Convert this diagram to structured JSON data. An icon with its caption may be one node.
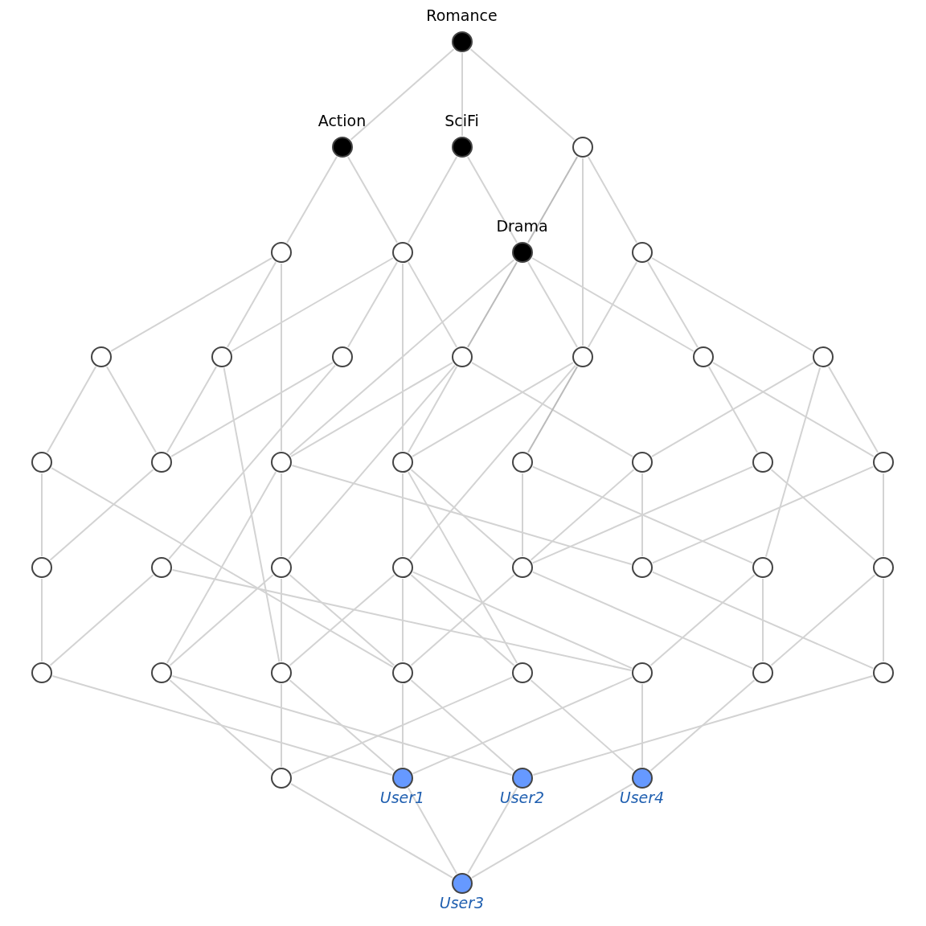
{
  "diagram": {
    "nodes": [
      {
        "text": [
          "Romance"
        ]
      },
      {
        "text": [
          "Action"
        ]
      },
      {
        "text": [
          "SciFi"
        ]
      },
      {
        "text": [],
        "shape": "circle"
      },
      {
        "text": [],
        "shape": "circle"
      },
      {
        "text": [],
        "shape": "circle"
      },
      {
        "text": [
          "Drama"
        ]
      },
      {
        "text": [],
        "shape": "circle"
      },
      {
        "text": [],
        "shape": "circle"
      },
      {
        "text": [],
        "shape": "circle"
      },
      {
        "text": [],
        "shape": "circle"
      },
      {
        "text": [],
        "shape": "circle"
      },
      {
        "text": [],
        "shape": "circle"
      },
      {
        "text": [],
        "shape": "circle"
      },
      {
        "text": [],
        "shape": "circle"
      },
      {
        "text": [],
        "shape": "circle"
      },
      {
        "text": [],
        "shape": "circle"
      },
      {
        "text": [],
        "shape": "circle"
      },
      {
        "text": [],
        "shape": "circle"
      },
      {
        "text": [],
        "shape": "circle"
      },
      {
        "text": [],
        "shape": "circle"
      },
      {
        "text": [],
        "shape": "circle"
      },
      {
        "text": [],
        "shape": "circle"
      },
      {
        "text": [],
        "shape": "circle"
      },
      {
        "text": [],
        "shape": "circle"
      },
      {
        "text": [],
        "shape": "circle"
      },
      {
        "text": [],
        "shape": "circle"
      },
      {
        "text": [],
        "shape": "circle"
      },
      {
        "text": [],
        "shape": "circle"
      },
      {
        "text": [],
        "shape": "circle"
      },
      {
        "text": [],
        "shape": "circle"
      },
      {
        "text": [],
        "shape": "circle"
      },
      {
        "text": [],
        "shape": "circle"
      },
      {
        "text": [],
        "shape": "circle"
      },
      {
        "text": [],
        "shape": "circle"
      },
      {
        "text": [],
        "shape": "circle"
      },
      {
        "text": [],
        "shape": "circle"
      },
      {
        "text": [],
        "shape": "circle"
      },
      {
        "text": [],
        "shape": "circle"
      },
      {
        "text": [],
        "shape": "circle"
      },
      {
        "text": [
          "User1"
        ]
      },
      {
        "text": [
          "User2"
        ]
      },
      {
        "text": [
          "User4"
        ]
      },
      {
        "text": [
          "User3"
        ]
      }
    ],
    "edges": [
      {
        "from": 0,
        "to": 1,
        "arrow": "none"
      },
      {
        "from": 0,
        "to": 2,
        "arrow": "none"
      },
      {
        "from": 0,
        "to": 3,
        "arrow": "none"
      },
      {
        "from": 1,
        "to": 4,
        "arrow": "none"
      },
      {
        "from": 1,
        "to": 5,
        "arrow": "none"
      },
      {
        "from": 2,
        "to": 5,
        "arrow": "none"
      },
      {
        "from": 2,
        "to": 6,
        "arrow": "none"
      },
      {
        "from": 3,
        "to": 6,
        "arrow": "none",
        "color": "#bbbbbb"
      },
      {
        "from": 3,
        "to": 12,
        "arrow": "none"
      },
      {
        "from": 3,
        "to": 7,
        "arrow": "none"
      },
      {
        "from": 4,
        "to": 8,
        "arrow": "none"
      },
      {
        "from": 4,
        "to": 9,
        "arrow": "none"
      },
      {
        "from": 4,
        "to": 17,
        "arrow": "none"
      },
      {
        "from": 5,
        "to": 9,
        "arrow": "none"
      },
      {
        "from": 5,
        "to": 10,
        "arrow": "none"
      },
      {
        "from": 5,
        "to": 18,
        "arrow": "none"
      },
      {
        "from": 5,
        "to": 11,
        "arrow": "none"
      },
      {
        "from": 6,
        "to": 17,
        "arrow": "none"
      },
      {
        "from": 6,
        "to": 11,
        "arrow": "none",
        "color": "#bbbbbb"
      },
      {
        "from": 6,
        "to": 12,
        "arrow": "none"
      },
      {
        "from": 6,
        "to": 13,
        "arrow": "none"
      },
      {
        "from": 7,
        "to": 12,
        "arrow": "none"
      },
      {
        "from": 7,
        "to": 13,
        "arrow": "none"
      },
      {
        "from": 7,
        "to": 14,
        "arrow": "none"
      },
      {
        "from": 8,
        "to": 15,
        "arrow": "none"
      },
      {
        "from": 8,
        "to": 16,
        "arrow": "none"
      },
      {
        "from": 9,
        "to": 16,
        "arrow": "none"
      },
      {
        "from": 9,
        "to": 33,
        "arrow": "none"
      },
      {
        "from": 10,
        "to": 16,
        "arrow": "none"
      },
      {
        "from": 10,
        "to": 24,
        "arrow": "none"
      },
      {
        "from": 11,
        "to": 17,
        "arrow": "none"
      },
      {
        "from": 11,
        "to": 18,
        "arrow": "none"
      },
      {
        "from": 11,
        "to": 25,
        "arrow": "none"
      },
      {
        "from": 11,
        "to": 20,
        "arrow": "none"
      },
      {
        "from": 12,
        "to": 18,
        "arrow": "none"
      },
      {
        "from": 12,
        "to": 19,
        "arrow": "none",
        "color": "#bbbbbb"
      },
      {
        "from": 12,
        "to": 26,
        "arrow": "none"
      },
      {
        "from": 13,
        "to": 21,
        "arrow": "none"
      },
      {
        "from": 13,
        "to": 22,
        "arrow": "none"
      },
      {
        "from": 14,
        "to": 20,
        "arrow": "none"
      },
      {
        "from": 14,
        "to": 22,
        "arrow": "none"
      },
      {
        "from": 14,
        "to": 29,
        "arrow": "none"
      },
      {
        "from": 15,
        "to": 23,
        "arrow": "none"
      },
      {
        "from": 15,
        "to": 34,
        "arrow": "none"
      },
      {
        "from": 16,
        "to": 23,
        "arrow": "none"
      },
      {
        "from": 17,
        "to": 25,
        "arrow": "none"
      },
      {
        "from": 17,
        "to": 28,
        "arrow": "none"
      },
      {
        "from": 17,
        "to": 32,
        "arrow": "none"
      },
      {
        "from": 18,
        "to": 26,
        "arrow": "none"
      },
      {
        "from": 18,
        "to": 27,
        "arrow": "none"
      },
      {
        "from": 18,
        "to": 35,
        "arrow": "none"
      },
      {
        "from": 19,
        "to": 27,
        "arrow": "none"
      },
      {
        "from": 19,
        "to": 29,
        "arrow": "none"
      },
      {
        "from": 20,
        "to": 27,
        "arrow": "none"
      },
      {
        "from": 20,
        "to": 28,
        "arrow": "none"
      },
      {
        "from": 21,
        "to": 27,
        "arrow": "none"
      },
      {
        "from": 21,
        "to": 30,
        "arrow": "none"
      },
      {
        "from": 22,
        "to": 28,
        "arrow": "none"
      },
      {
        "from": 22,
        "to": 30,
        "arrow": "none"
      },
      {
        "from": 23,
        "to": 31,
        "arrow": "none"
      },
      {
        "from": 24,
        "to": 31,
        "arrow": "none"
      },
      {
        "from": 24,
        "to": 36,
        "arrow": "none"
      },
      {
        "from": 25,
        "to": 33,
        "arrow": "none"
      },
      {
        "from": 25,
        "to": 34,
        "arrow": "none"
      },
      {
        "from": 25,
        "to": 32,
        "arrow": "none"
      },
      {
        "from": 26,
        "to": 33,
        "arrow": "none"
      },
      {
        "from": 26,
        "to": 34,
        "arrow": "none"
      },
      {
        "from": 26,
        "to": 35,
        "arrow": "none"
      },
      {
        "from": 26,
        "to": 36,
        "arrow": "none"
      },
      {
        "from": 27,
        "to": 34,
        "arrow": "none"
      },
      {
        "from": 27,
        "to": 37,
        "arrow": "none"
      },
      {
        "from": 28,
        "to": 38,
        "arrow": "none"
      },
      {
        "from": 29,
        "to": 36,
        "arrow": "none"
      },
      {
        "from": 29,
        "to": 37,
        "arrow": "none"
      },
      {
        "from": 30,
        "to": 37,
        "arrow": "none"
      },
      {
        "from": 30,
        "to": 38,
        "arrow": "none"
      },
      {
        "from": 31,
        "to": 40,
        "arrow": "none"
      },
      {
        "from": 32,
        "to": 39,
        "arrow": "none"
      },
      {
        "from": 32,
        "to": 41,
        "arrow": "none"
      },
      {
        "from": 33,
        "to": 39,
        "arrow": "none"
      },
      {
        "from": 33,
        "to": 40,
        "arrow": "none"
      },
      {
        "from": 34,
        "to": 40,
        "arrow": "none"
      },
      {
        "from": 34,
        "to": 41,
        "arrow": "none"
      },
      {
        "from": 35,
        "to": 39,
        "arrow": "none"
      },
      {
        "from": 35,
        "to": 42,
        "arrow": "none"
      },
      {
        "from": 36,
        "to": 40,
        "arrow": "none"
      },
      {
        "from": 36,
        "to": 42,
        "arrow": "none"
      },
      {
        "from": 37,
        "to": 42,
        "arrow": "none"
      },
      {
        "from": 38,
        "to": 41,
        "arrow": "none"
      },
      {
        "from": 39,
        "to": 43,
        "arrow": "none"
      },
      {
        "from": 40,
        "to": 43,
        "arrow": "none"
      },
      {
        "from": 41,
        "to": 43,
        "arrow": "none"
      },
      {
        "from": 42,
        "to": 43,
        "arrow": "none"
      }
    ]
  }
}
